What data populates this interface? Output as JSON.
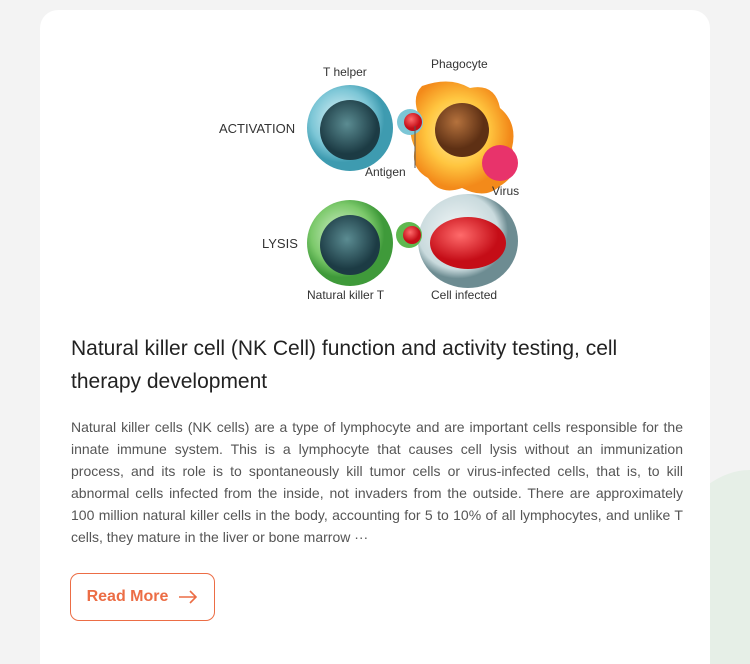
{
  "illustration": {
    "label_activation": "ACTIVATION",
    "label_lysis": "LYSIS",
    "label_t_helper": "T helper",
    "label_phagocyte": "Phagocyte",
    "label_antigen": "Antigen",
    "label_virus": "Virus",
    "label_nk": "Natural killer T",
    "label_infected": "Cell infected"
  },
  "article": {
    "title": "Natural killer cell (NK Cell) function and activity testing, cell therapy development",
    "description": "Natural killer cells (NK cells) are a type of lymphocyte and are important cells responsible for the innate immune system. This is a lymphocyte that causes cell lysis without an immunization process, and its role is to spontaneously kill tumor cells or virus-infected cells, that is, to kill abnormal cells infected from the inside, not invaders from the outside. There are approximately 100 million natural killer cells in the body, accounting for 5 to 10% of all lymphocytes, and unlike T cells, they mature in the liver or bone marrow ···",
    "read_more": "Read More"
  },
  "colors": {
    "accent": "#ec6d45"
  }
}
